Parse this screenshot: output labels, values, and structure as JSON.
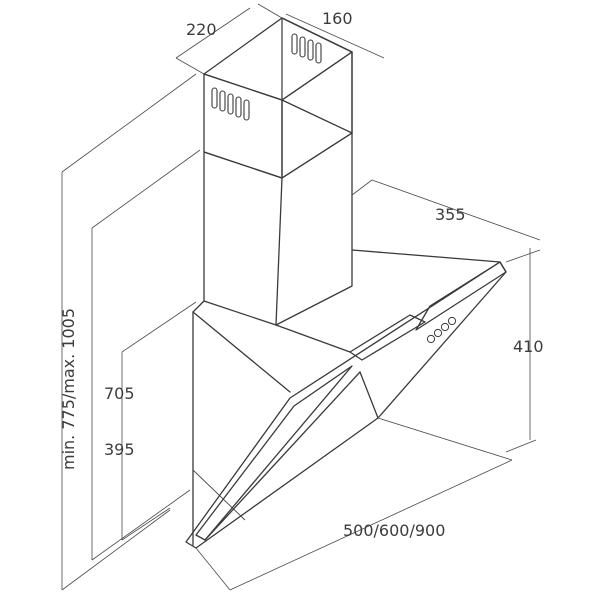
{
  "dimensions": {
    "chimney_depth": "220",
    "chimney_width": "160",
    "hood_depth": "355",
    "glass_height": "410",
    "hood_width": "500/600/900",
    "total_height": "min. 775/max. 1005",
    "height_705": "705",
    "height_395": "395"
  }
}
